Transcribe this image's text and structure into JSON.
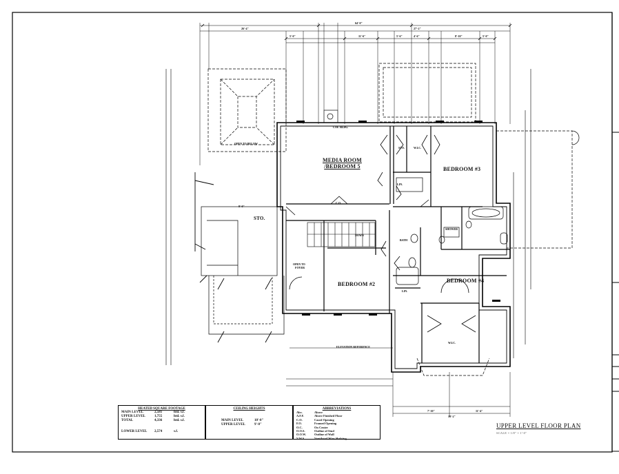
{
  "rooms": {
    "media_room": "MEDIA ROOM",
    "media_room_2": "/BEDROOM 5",
    "bedroom_3": "BEDROOM #3",
    "bedroom_2": "BEDROOM #2",
    "bedroom_4": "BEDROOM #4",
    "storage": "STO."
  },
  "title": {
    "plan": "UPPER LEVEL FLOOR PLAN",
    "scale": "SCALE = 1/8\" = 1'-0\""
  },
  "heated_sf": {
    "header": "HEATED SQUARE FOOTAGE",
    "rows": [
      {
        "label": "MAIN LEVEL",
        "value": "2,581",
        "unit": "htd. s.f."
      },
      {
        "label": "UPPER LEVEL",
        "value": "1,755",
        "unit": "htd. s.f."
      },
      {
        "label": "TOTAL",
        "value": "4,336",
        "unit": "htd. s.f."
      }
    ],
    "lower_label": "LOWER LEVEL",
    "lower_value": "2,574",
    "lower_unit": "s.f."
  },
  "ceiling": {
    "header": "CEILING HEIGHTS",
    "rows": [
      {
        "label": "MAIN LEVEL",
        "value": "10'-0\""
      },
      {
        "label": "UPPER LEVEL",
        "value": "9'-0\""
      }
    ]
  },
  "abbreviations": {
    "header": "ABBREVIATIONS",
    "rows": [
      {
        "k": "Abv.",
        "v": "Above"
      },
      {
        "k": "A.F.F.",
        "v": "Above Finished Floor"
      },
      {
        "k": "C.O.",
        "v": "Cased Opening"
      },
      {
        "k": "F.O.",
        "v": "Framed Opening"
      },
      {
        "k": "O.C.",
        "v": "On Center"
      },
      {
        "k": "O.O.S.",
        "v": "Outline of Stud"
      },
      {
        "k": "O.O.W.",
        "v": "Outline of Wall"
      },
      {
        "k": "V.W.S.",
        "v": "Ventilated Wire Shelving"
      }
    ]
  }
}
